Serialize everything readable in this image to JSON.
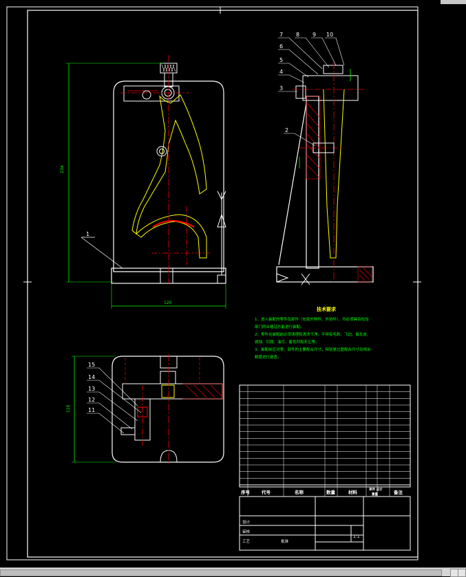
{
  "drawing": {
    "dimensions": {
      "height_front": "234",
      "width_front": "120",
      "height_bottom": "110"
    },
    "balloons_right": [
      "7",
      "8",
      "9",
      "10",
      "6",
      "5",
      "4",
      "3",
      "2"
    ],
    "balloon_front": "1",
    "balloons_bottom": [
      "15",
      "14",
      "13",
      "12",
      "11"
    ],
    "tech_title": "技术要求",
    "tech_notes": [
      "1、进入装配的零件及部件（包括外购件、外协件），均必须具有检验",
      "部门的合格证方能进行装配。",
      "2、零件在装配前必须清理和清洗干净，不得有毛刺、飞边、氧化皮、",
      "锈蚀、切屑、油污、着色剂和灰尘等。",
      "3、装配前应对零、部件的主要配合尺寸，特别是过盈配合尺寸及相关",
      "精度进行复查。"
    ],
    "bom_header": {
      "seq": "序号",
      "code": "代号",
      "name": "名称",
      "qty": "数量",
      "material": "材料",
      "unit_total": "单件 总计",
      "weight": "重量",
      "remark": "备注"
    },
    "title_block": {
      "scale": "1:1",
      "design": "设计",
      "check": "审核",
      "process": "工艺",
      "approve": "批准"
    }
  },
  "colors": {
    "background": "#000000",
    "outline": "#ffffff",
    "dimension": "#00ff00",
    "centerline": "#ff0000",
    "part_yellow": "#ffff00",
    "hatch": "#ff0000"
  }
}
